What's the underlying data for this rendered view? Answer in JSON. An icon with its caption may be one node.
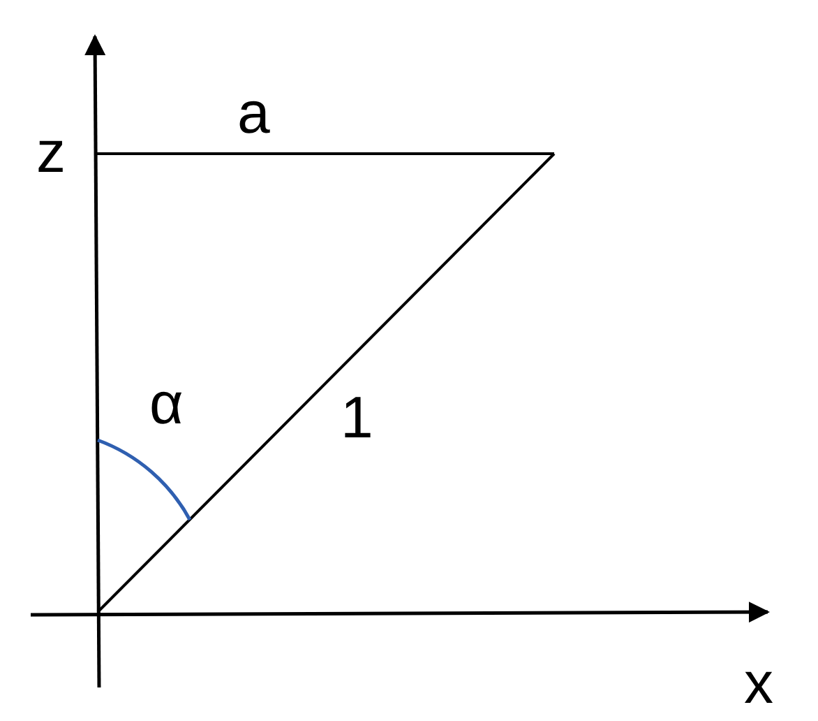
{
  "diagram": {
    "labels": [
      "a",
      "z",
      "α",
      "1",
      "x"
    ]
  }
}
